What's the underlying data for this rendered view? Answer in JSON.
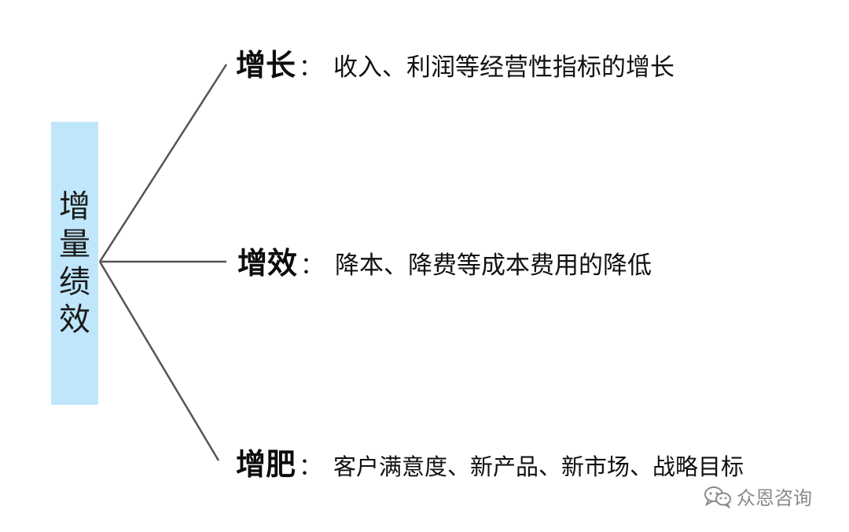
{
  "root": {
    "chars": [
      "增",
      "量",
      "绩",
      "效"
    ]
  },
  "branches": [
    {
      "title": "增长",
      "colon": "：",
      "description": "收入、利润等经营性指标的增长"
    },
    {
      "title": "增效",
      "colon": "：",
      "description": "降本、降费等成本费用的降低"
    },
    {
      "title": "增肥",
      "colon": "：",
      "description": "客户满意度、新产品、新市场、战略目标"
    }
  ],
  "watermark": {
    "icon": "wechat-icon",
    "text": "众恩咨询"
  },
  "colors": {
    "root_fill": "#bfe6fb",
    "line": "#555555",
    "watermark": "#8a8a8a"
  }
}
